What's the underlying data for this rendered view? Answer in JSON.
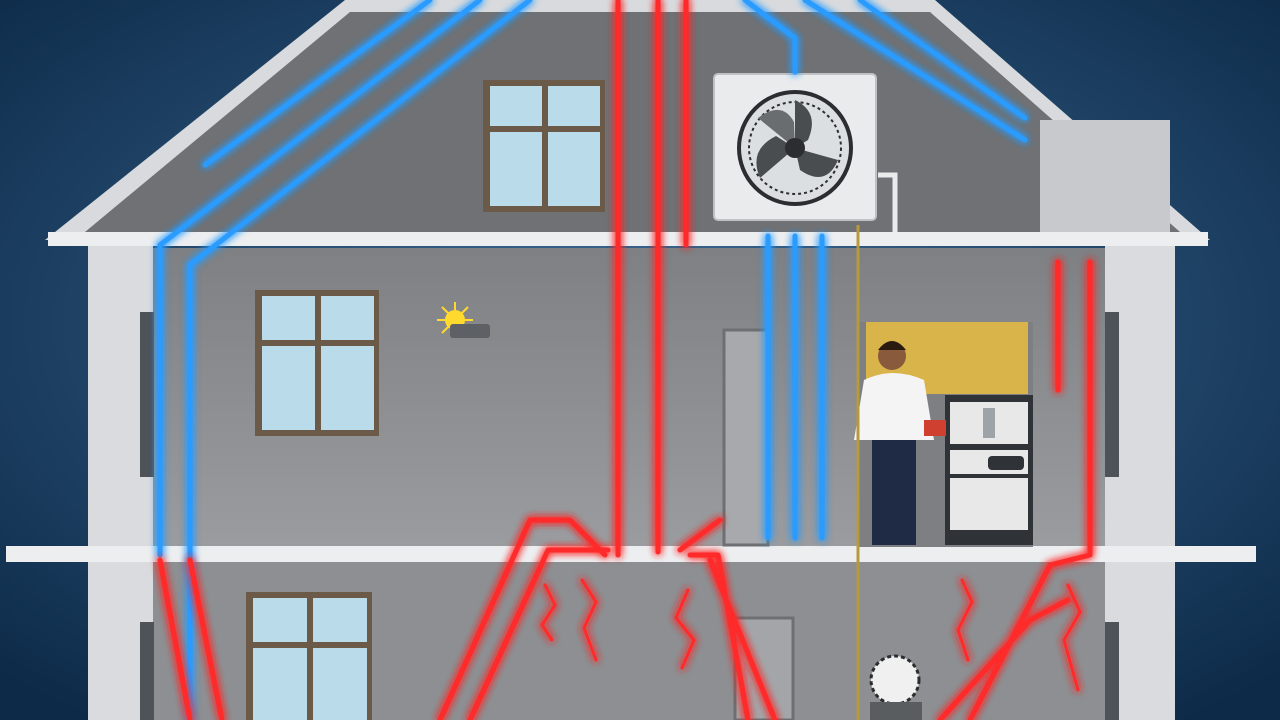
{
  "scene": {
    "subject": "house-cutaway-hvac-illustration",
    "colors": {
      "background_center": "#3b6a95",
      "background_edge": "#0d2a48",
      "wall": "#8a8c8e",
      "wall_dark": "#6d6f72",
      "trim": "#e3e5e8",
      "cold_pipe": "#1e90ff",
      "cold_glow": "#7fc8ff",
      "hot_pipe": "#ff2a2a",
      "hot_glow": "#ff9a9a",
      "window_glass": "#b9dbea",
      "window_frame": "#6b5a48",
      "kitchen_wall": "#d9b44a"
    },
    "icons": [
      "fan-icon",
      "sun-icon",
      "person-figure",
      "stove-appliance",
      "flower-pot"
    ]
  }
}
